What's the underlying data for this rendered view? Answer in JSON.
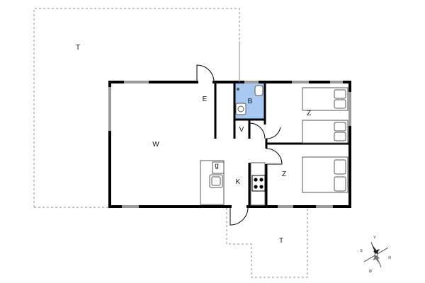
{
  "rooms": {
    "terrace_top": "T",
    "entrance": "E",
    "bathroom": "B",
    "bedroom_top": "Z",
    "utility": "V",
    "living": "W",
    "kitchen": "K",
    "kitchen_g": "g",
    "bedroom_bottom": "Z",
    "terrace_bottom": "T"
  },
  "compass": {
    "north": "N",
    "south": "S",
    "east": "Ø",
    "west": "V"
  },
  "colors": {
    "wall": "#000000",
    "window": "#9a9a9a",
    "bathroom_fill": "#a9c9f2",
    "terrace_line": "#888888",
    "fixture": "#555555"
  }
}
